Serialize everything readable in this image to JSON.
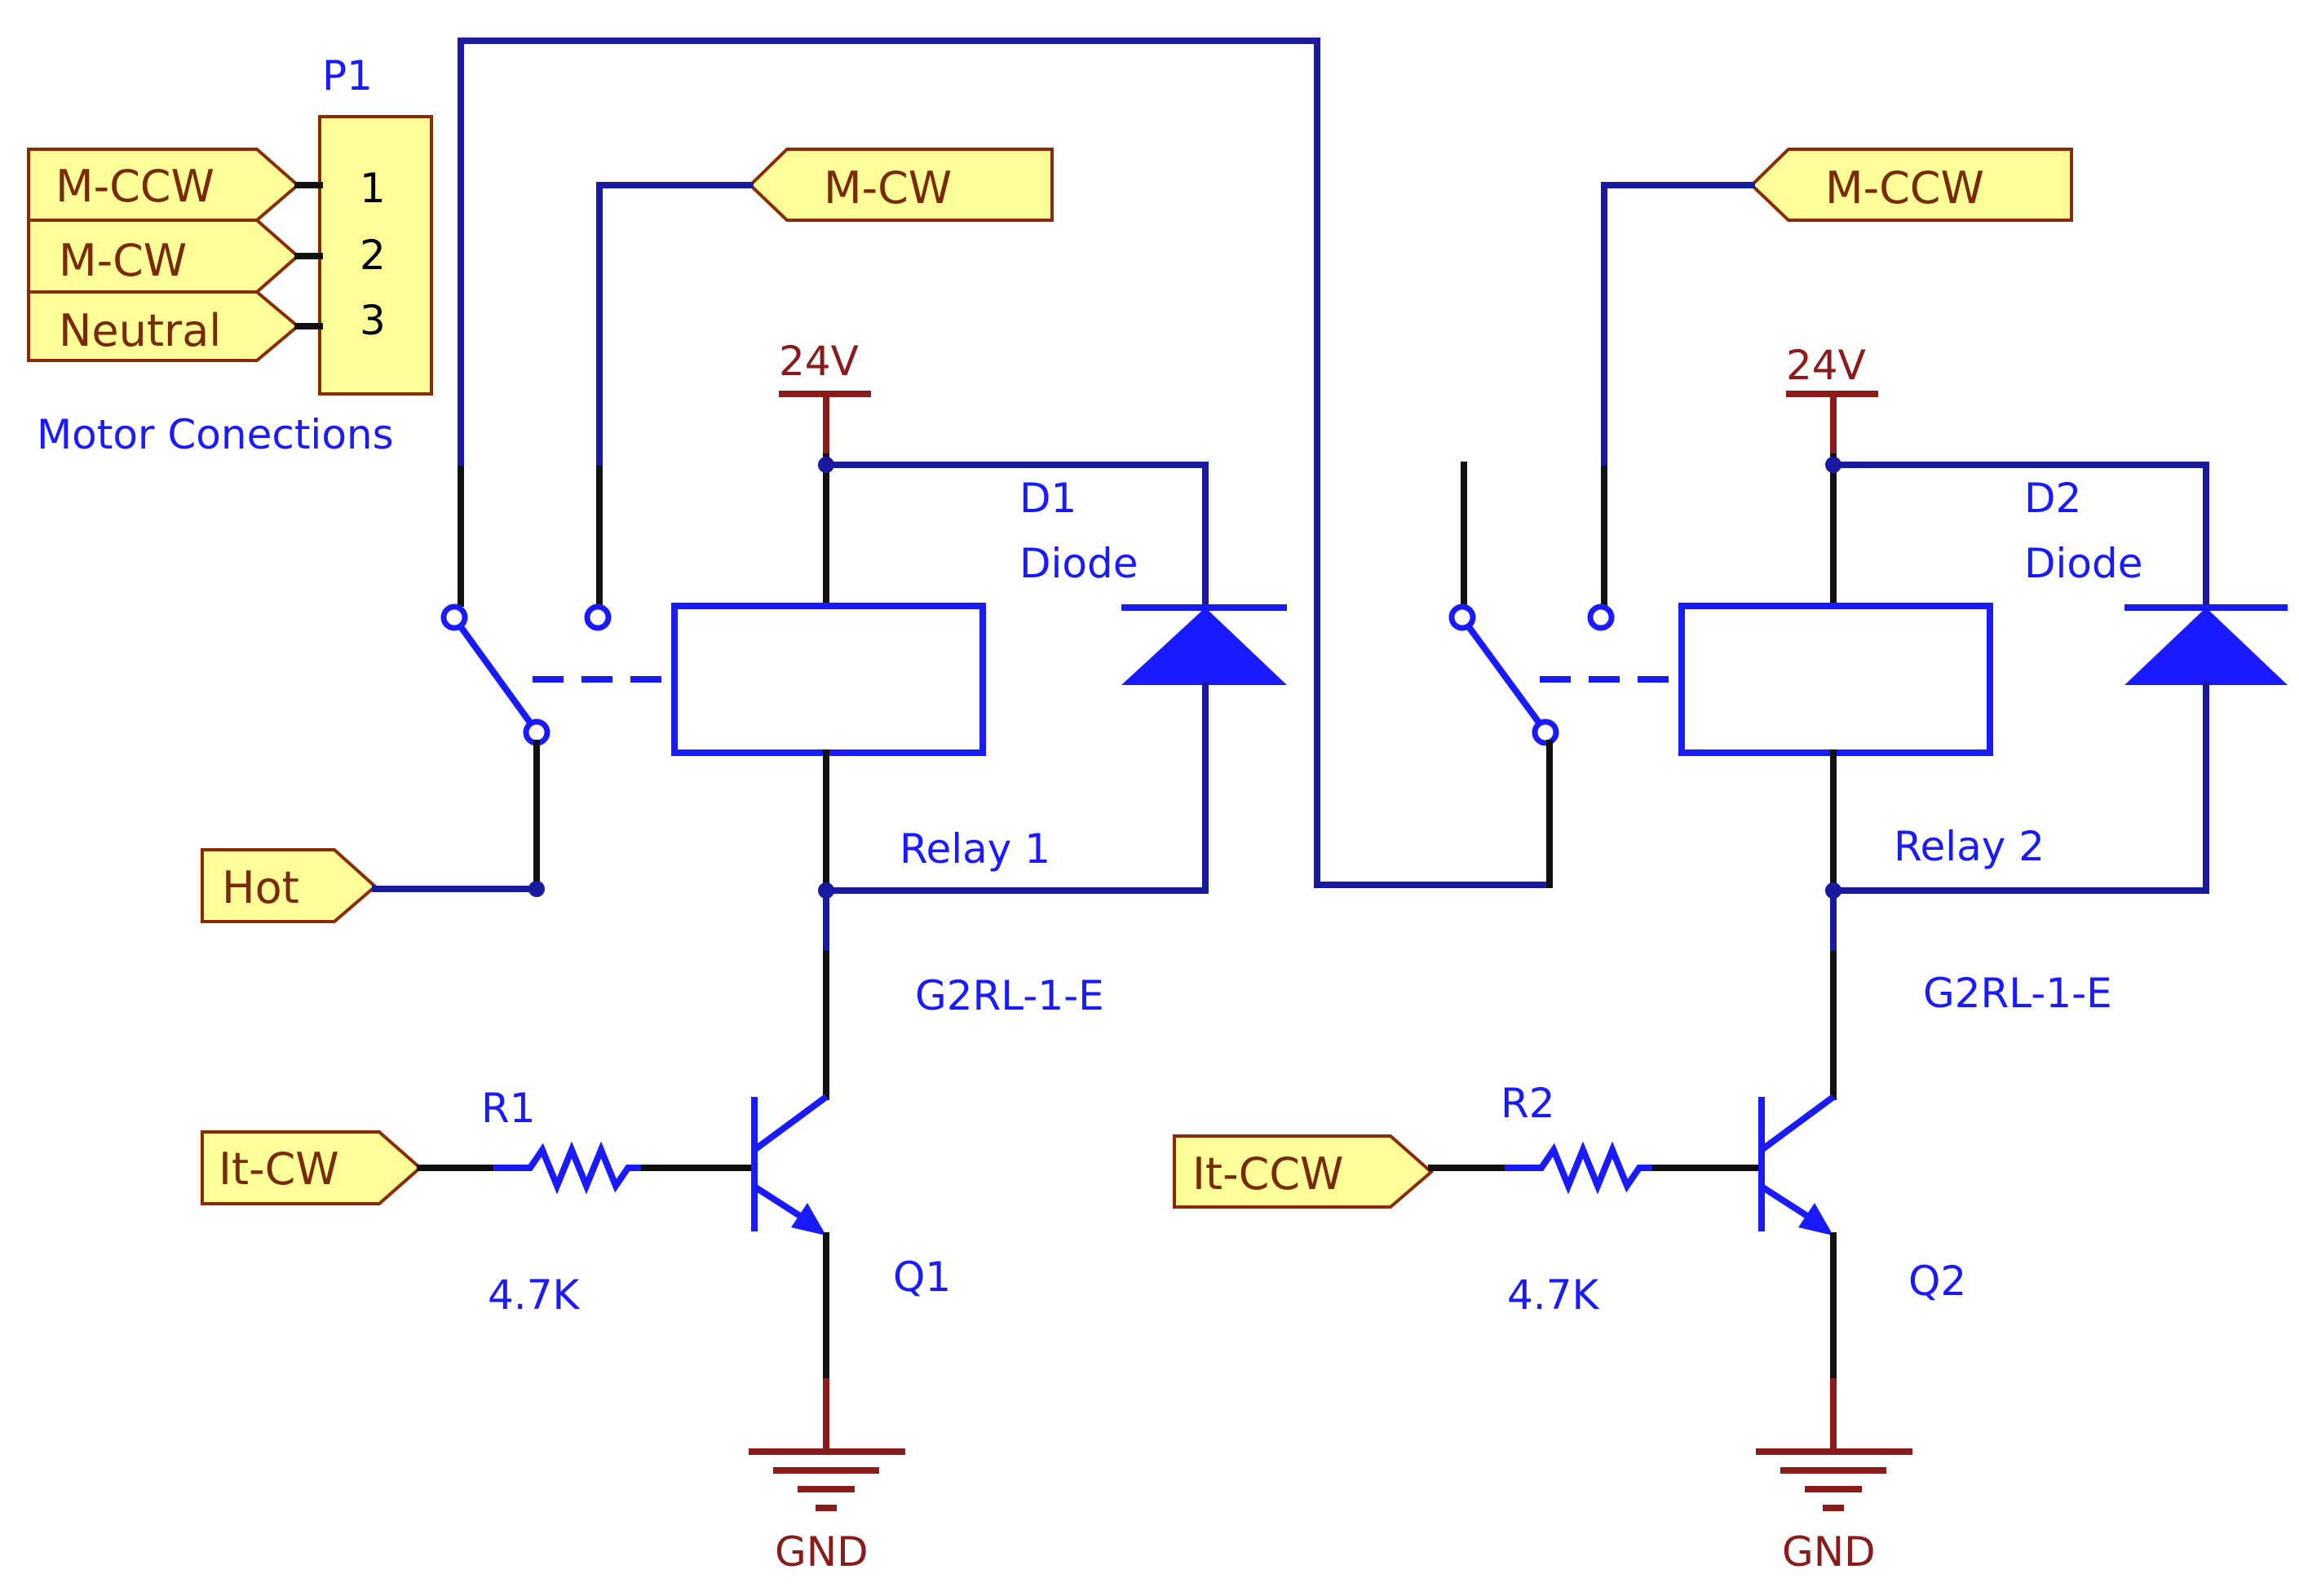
{
  "connector": {
    "ref": "P1",
    "pins": [
      "1",
      "2",
      "3"
    ],
    "caption": "Motor Conections",
    "inputs": [
      "M-CCW",
      "M-CW",
      "Neutral"
    ]
  },
  "ports": {
    "relay1_out": "M-CW",
    "relay2_out": "M-CCW",
    "hot": "Hot",
    "in_cw": "It-CW",
    "in_ccw": "It-CCW"
  },
  "circuit1": {
    "supply": "24V",
    "diode_ref": "D1",
    "diode_val": "Diode",
    "relay_ref": "Relay 1",
    "relay_part": "G2RL-1-E",
    "res_ref": "R1",
    "res_val": "4.7K",
    "transistor_ref": "Q1",
    "ground": "GND"
  },
  "circuit2": {
    "supply": "24V",
    "diode_ref": "D2",
    "diode_val": "Diode",
    "relay_ref": "Relay 2",
    "relay_part": "G2RL-1-E",
    "res_ref": "R2",
    "res_val": "4.7K",
    "transistor_ref": "Q2",
    "ground": "GND"
  },
  "colors": {
    "component": "#1a1aff",
    "power": "#8b1a1a",
    "port_fill": "#ffff99",
    "wire": "#1a1aa0"
  }
}
